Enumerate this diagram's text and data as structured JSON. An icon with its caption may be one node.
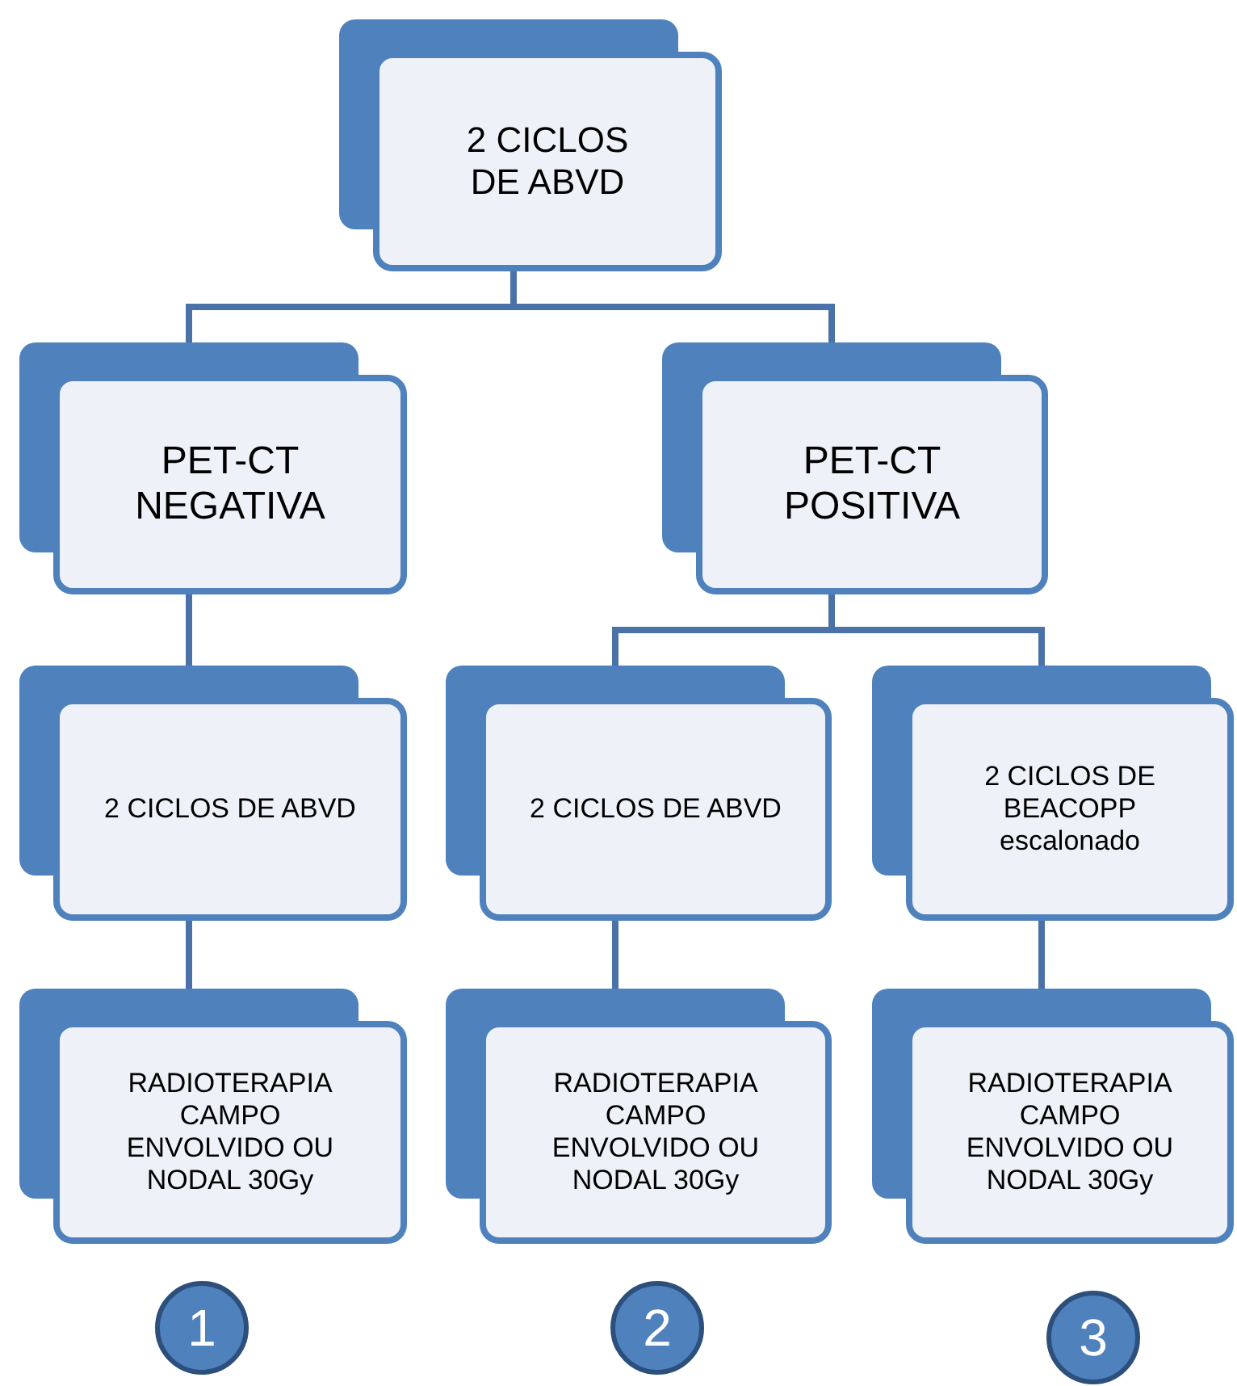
{
  "diagram": {
    "nodes": [
      {
        "text": [
          "2 CICLOS DE ABVD"
        ]
      },
      {
        "text": [
          "PET-CT NEGATIVA"
        ]
      },
      {
        "text": [
          "PET-CT POSITIVA"
        ]
      },
      {
        "text": [
          "2 CICLOS DE ABVD"
        ]
      },
      {
        "text": [
          "2 CICLOS DE ABVD"
        ]
      },
      {
        "text": [
          "2 CICLOS DE BEACOPP escalonado"
        ]
      },
      {
        "text": [
          "RADIOTERAPIA CAMPO ENVOLVIDO OU NODAL 30Gy"
        ]
      },
      {
        "text": [
          "RADIOTERAPIA CAMPO ENVOLVIDO OU NODAL 30Gy"
        ]
      },
      {
        "text": [
          "RADIOTERAPIA CAMPO ENVOLVIDO OU NODAL 30Gy"
        ]
      },
      {
        "text": [
          "1"
        ]
      },
      {
        "text": [
          "2"
        ]
      },
      {
        "text": [
          "3"
        ]
      }
    ],
    "edges": [
      {
        "from": 0,
        "to": 1,
        "arrow": "none"
      },
      {
        "from": 0,
        "to": 2,
        "arrow": "none"
      },
      {
        "from": 1,
        "to": 3,
        "arrow": "none"
      },
      {
        "from": 2,
        "to": 4,
        "arrow": "none"
      },
      {
        "from": 2,
        "to": 5,
        "arrow": "none"
      },
      {
        "from": 3,
        "to": 6,
        "arrow": "none"
      },
      {
        "from": 4,
        "to": 7,
        "arrow": "none"
      },
      {
        "from": 5,
        "to": 8,
        "arrow": "none"
      }
    ]
  }
}
